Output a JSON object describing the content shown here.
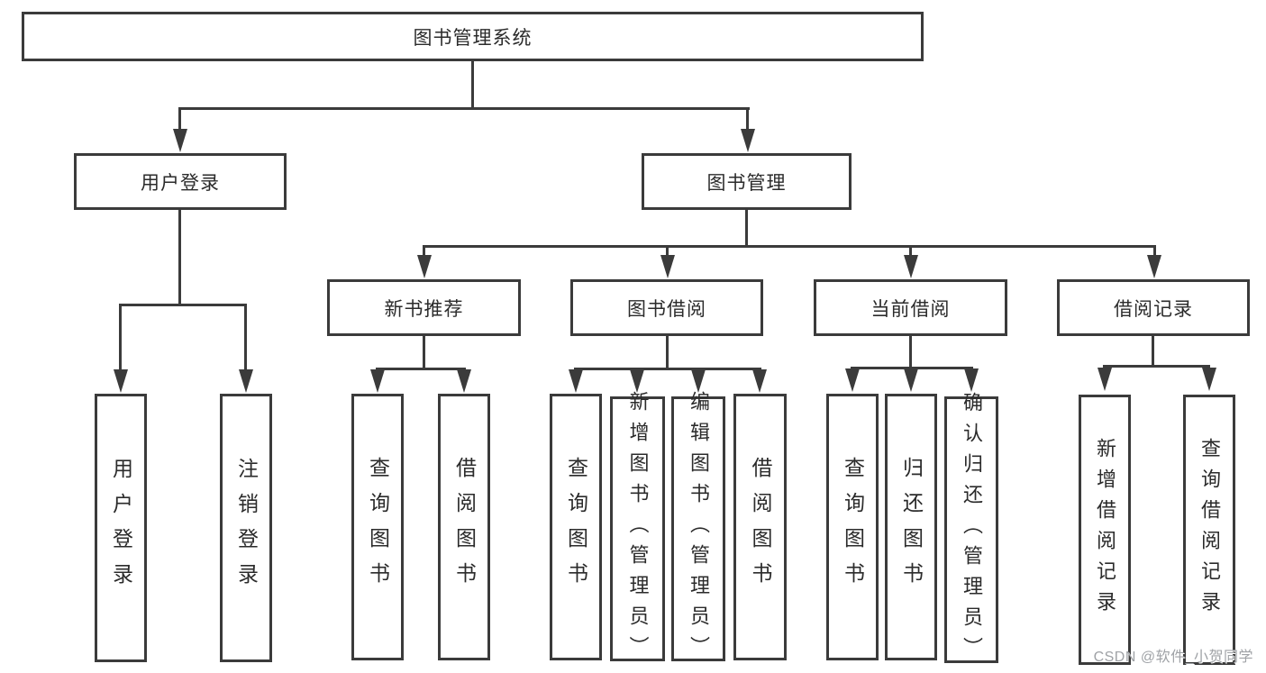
{
  "tree": {
    "root": {
      "label": "图书管理系统",
      "children": [
        {
          "label": "用户登录",
          "children": [
            {
              "label": "用户登录"
            },
            {
              "label": "注销登录"
            }
          ]
        },
        {
          "label": "图书管理",
          "children": [
            {
              "label": "新书推荐",
              "children": [
                {
                  "label": "查询图书"
                },
                {
                  "label": "借阅图书"
                }
              ]
            },
            {
              "label": "图书借阅",
              "children": [
                {
                  "label": "查询图书"
                },
                {
                  "label": "新增图书（管理员）"
                },
                {
                  "label": "编辑图书（管理员）"
                },
                {
                  "label": "借阅图书"
                }
              ]
            },
            {
              "label": "当前借阅",
              "children": [
                {
                  "label": "查询图书"
                },
                {
                  "label": "归还图书"
                },
                {
                  "label": "确认归还（管理员）"
                }
              ]
            },
            {
              "label": "借阅记录",
              "children": [
                {
                  "label": "新增借阅记录"
                },
                {
                  "label": "查询借阅记录"
                }
              ]
            }
          ]
        }
      ]
    }
  },
  "watermark": {
    "text": "CSDN @软件_小贺同学"
  },
  "colors": {
    "line": "#3b3b3b",
    "text": "#2b2b2b",
    "background": "#ffffff",
    "watermark": "#9fa2a6"
  }
}
